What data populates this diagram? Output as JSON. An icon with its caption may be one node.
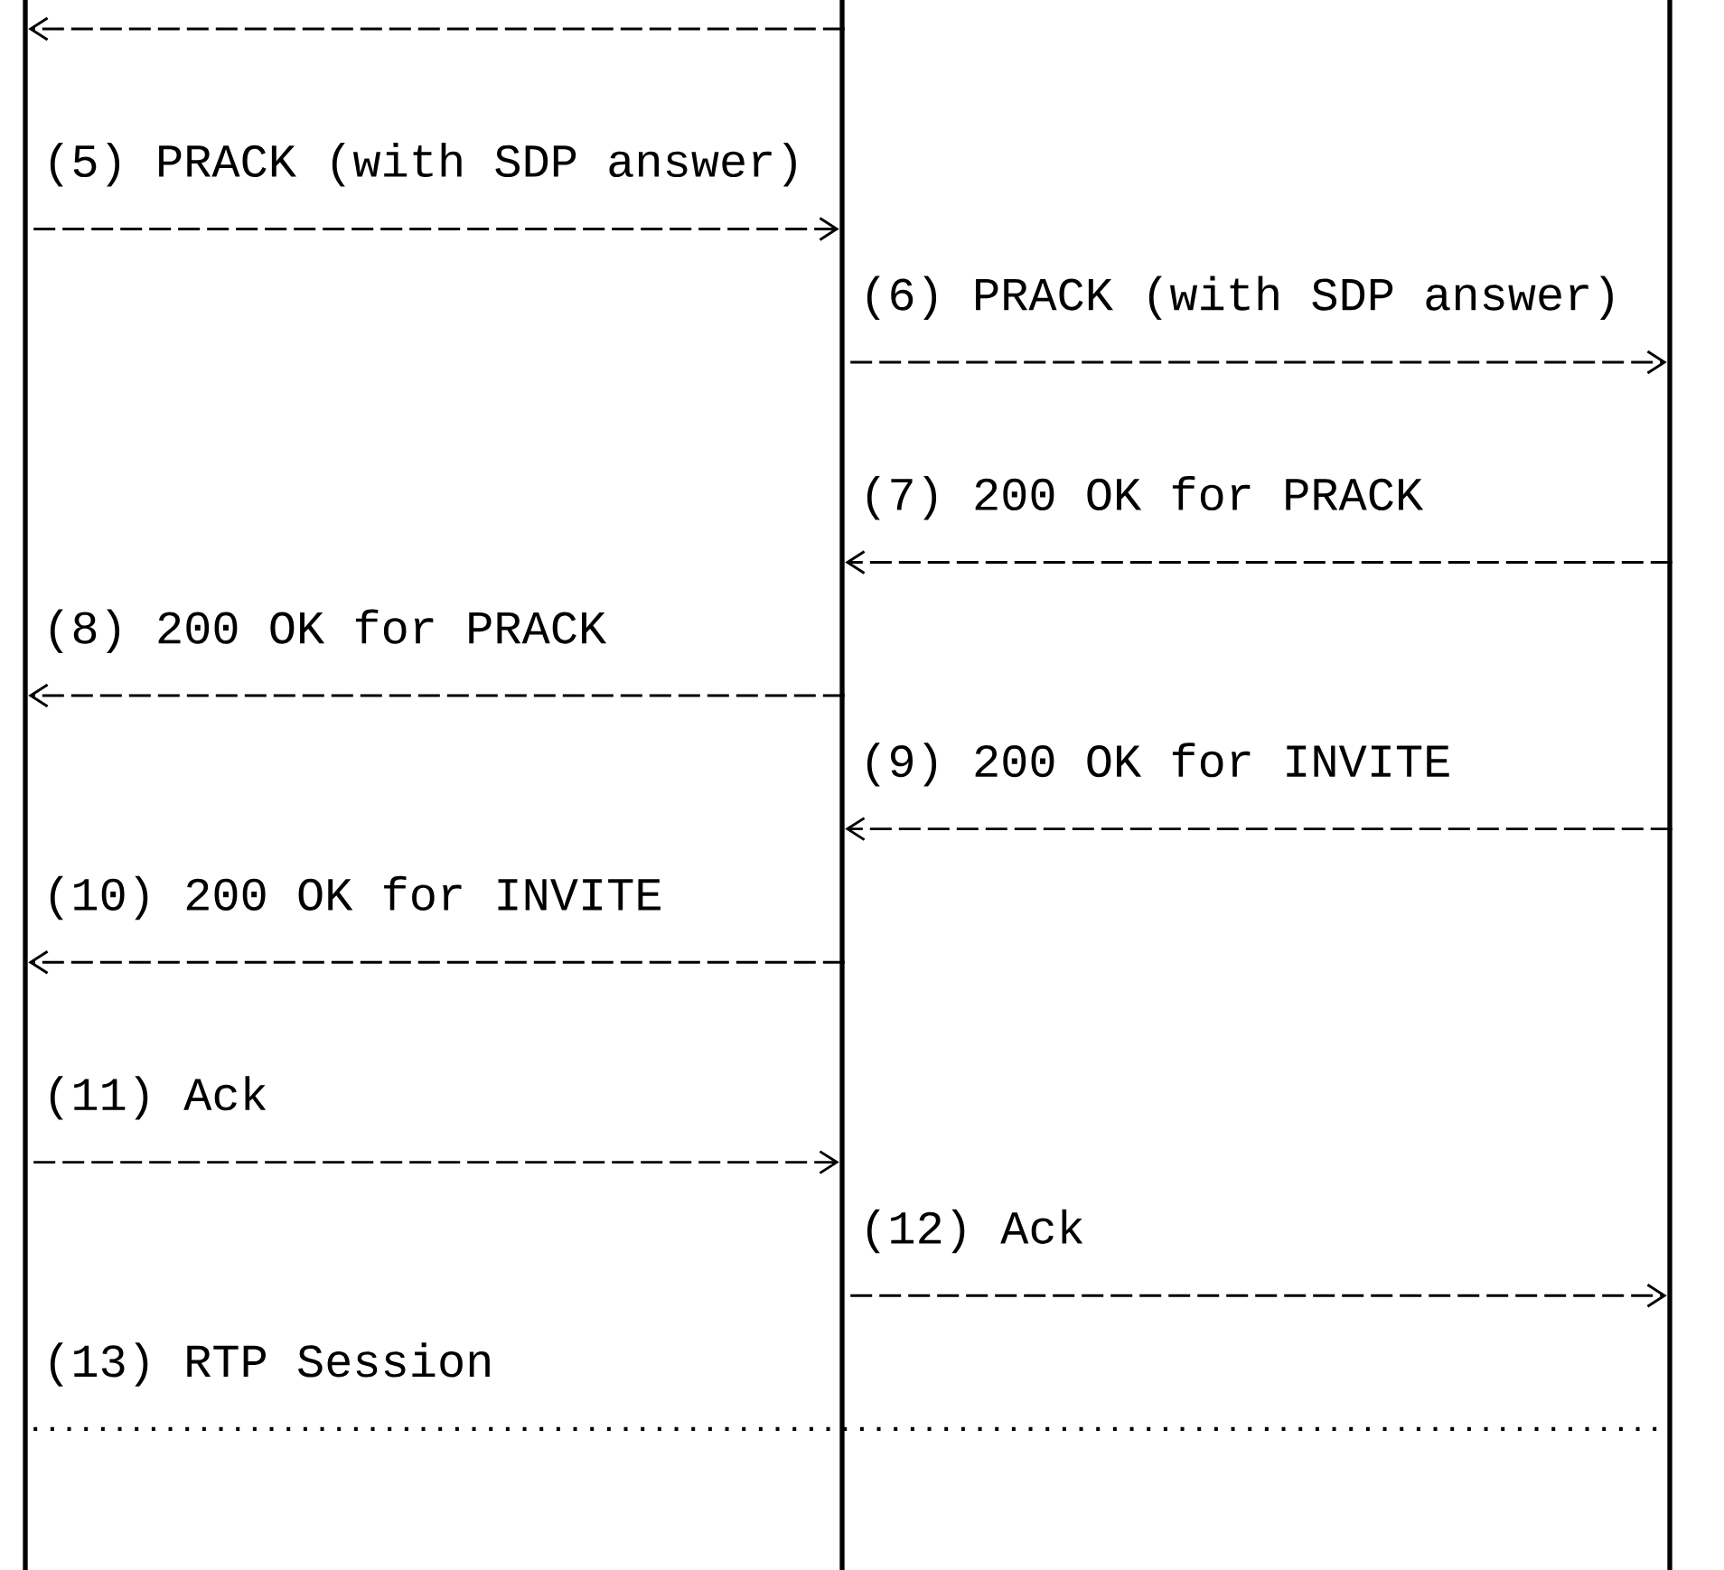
{
  "diagram": {
    "nodes": [
      {
        "text": [],
        "shape": "bar"
      },
      {
        "text": [],
        "shape": "bar"
      },
      {
        "text": [],
        "shape": "bar"
      }
    ],
    "edges": [
      {
        "from": 1,
        "to": 0,
        "arrow": "to"
      },
      {
        "from": 0,
        "to": 1,
        "arrow": "to",
        "label": "(5) PRACK (with SDP answer)"
      },
      {
        "from": 1,
        "to": 2,
        "arrow": "to",
        "label": "(6) PRACK (with SDP answer)"
      },
      {
        "from": 2,
        "to": 1,
        "arrow": "to",
        "label": "(7) 200 OK for PRACK"
      },
      {
        "from": 1,
        "to": 0,
        "arrow": "to",
        "label": "(8) 200 OK for PRACK"
      },
      {
        "from": 2,
        "to": 1,
        "arrow": "to",
        "label": "(9) 200 OK for INVITE"
      },
      {
        "from": 1,
        "to": 0,
        "arrow": "to",
        "label": "(10) 200 OK for INVITE"
      },
      {
        "from": 0,
        "to": 1,
        "arrow": "to",
        "label": "(11) Ack"
      },
      {
        "from": 1,
        "to": 2,
        "arrow": "to",
        "label": "(12) Ack"
      },
      {
        "from": 0,
        "to": 2,
        "arrow": "none",
        "style": "dashed",
        "label": "(13) RTP Session"
      }
    ]
  }
}
